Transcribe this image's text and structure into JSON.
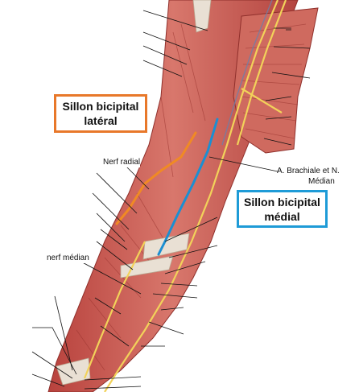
{
  "colors": {
    "lateral_box_border": "#e8782a",
    "medial_box_border": "#1e9bd7",
    "lateral_groove_line": "#f08a24",
    "medial_groove_line": "#1b8fd2",
    "muscle": "#c8504a",
    "tendon": "#e9e0d4",
    "nerve": "#f2d25a"
  },
  "boxes": {
    "lateral": {
      "line1": "Sillon bicipital",
      "line2": "latéral"
    },
    "medial": {
      "line1": "Sillon bicipital",
      "line2": "médial"
    }
  },
  "labels": {
    "nerf_radial": "Nerf radial",
    "artery_line1": "A. Brachiale et N.",
    "artery_line2": "Médian",
    "nerf_median": "nerf médian"
  }
}
